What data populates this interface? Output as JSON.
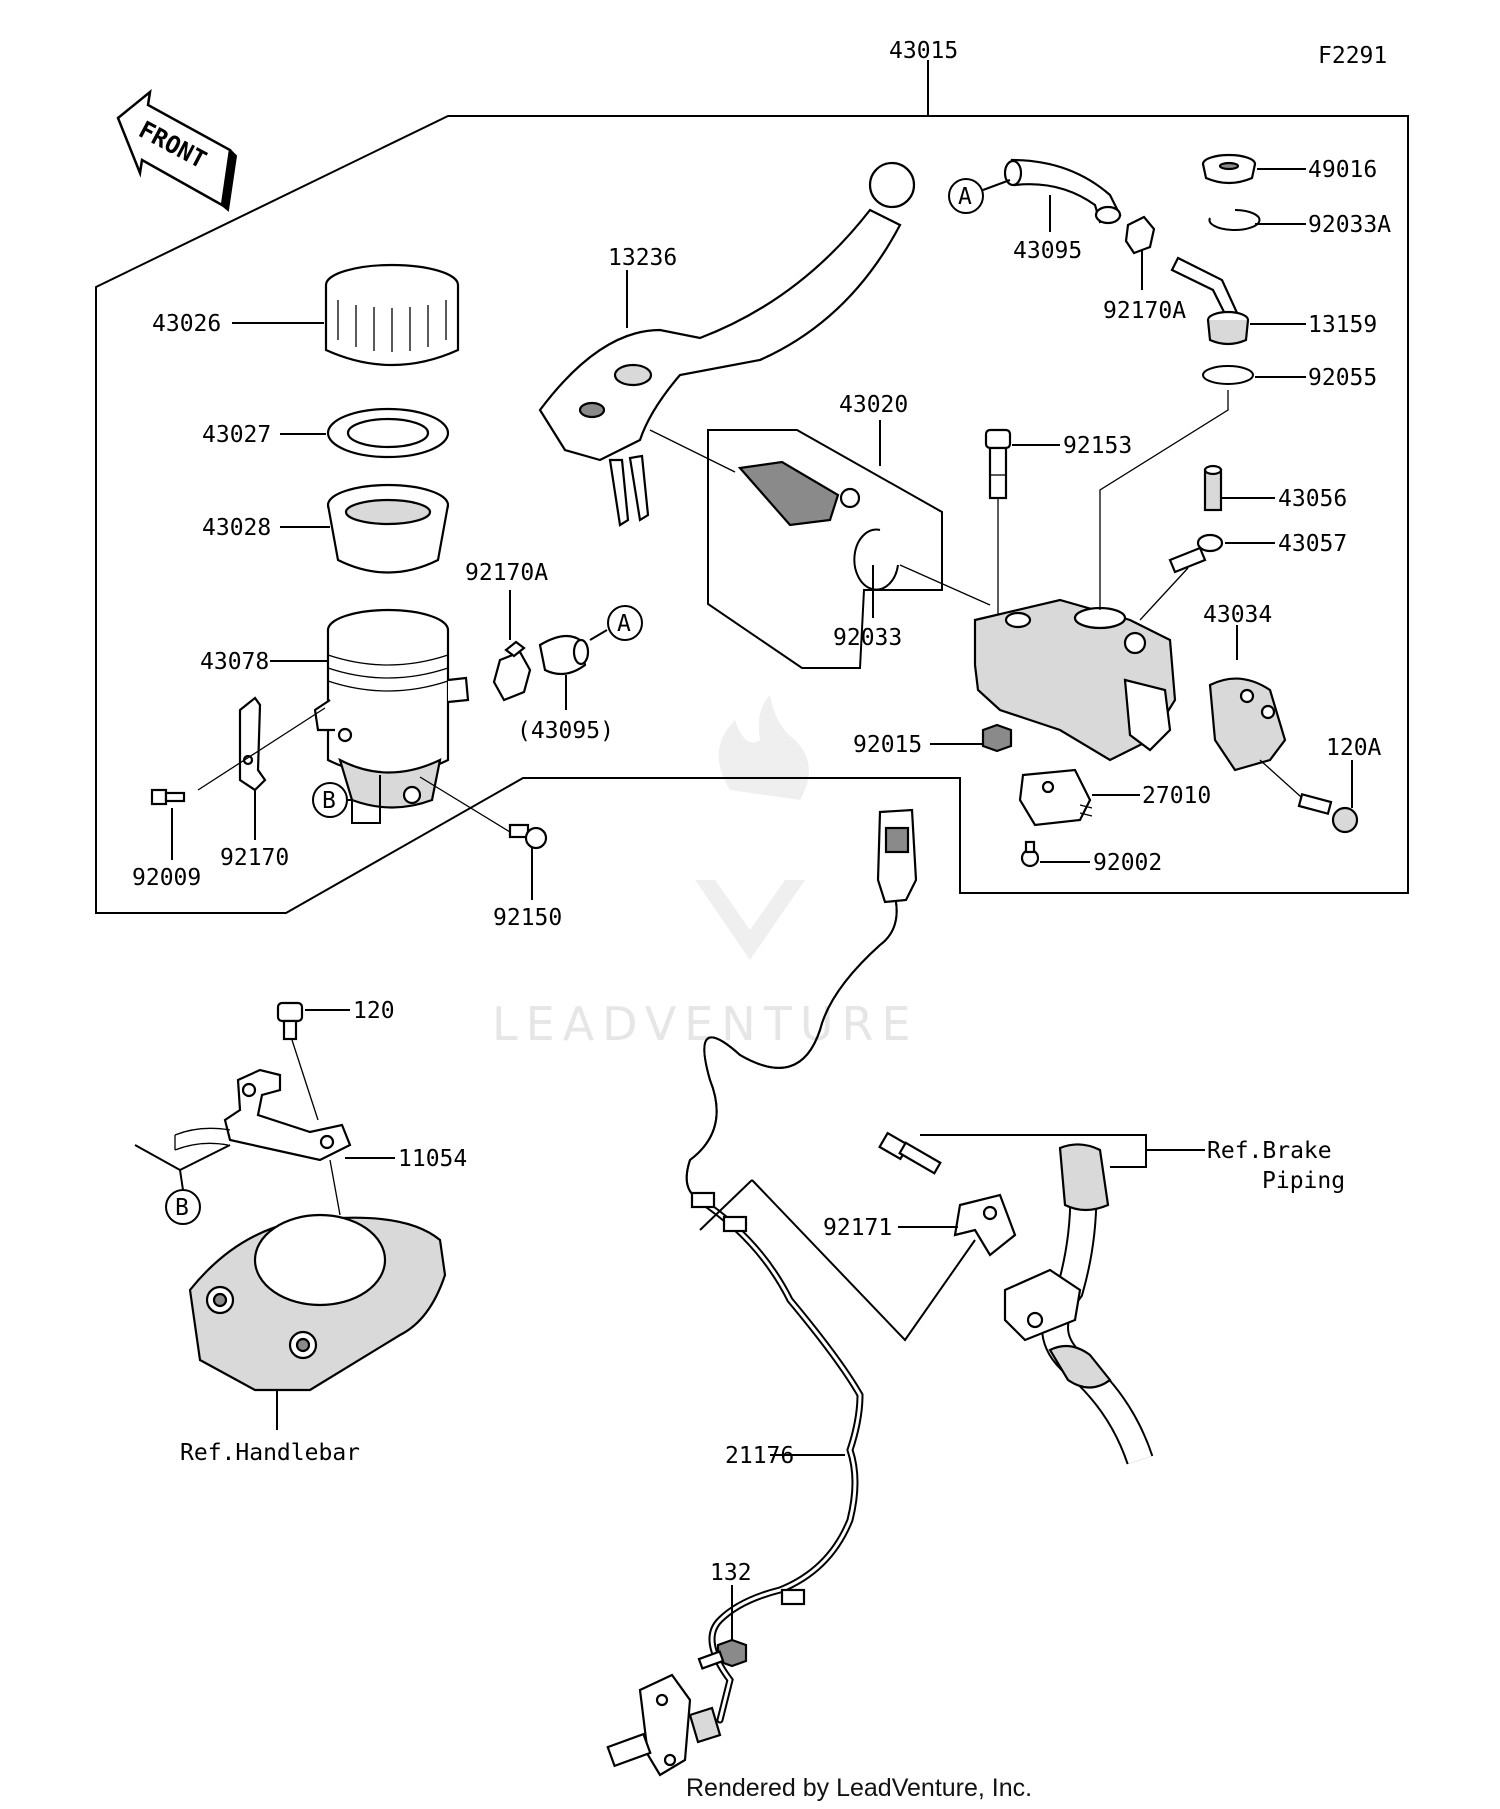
{
  "figure_code": "F2291",
  "front_label": "FRONT",
  "assembly_label": "43015",
  "parts": {
    "p43026": "43026",
    "p43027": "43027",
    "p43028": "43028",
    "p43078": "43078",
    "p92009": "92009",
    "p92170": "92170",
    "p92150": "92150",
    "p92170A_res": "92170A",
    "p43095_paren": "(43095)",
    "p13236": "13236",
    "p43020": "43020",
    "p92033": "92033",
    "p43095": "43095",
    "p92170A_top": "92170A",
    "p49016": "49016",
    "p92033A": "92033A",
    "p13159": "13159",
    "p92055": "92055",
    "p92153": "92153",
    "p43056": "43056",
    "p43057": "43057",
    "p43034": "43034",
    "p120A": "120A",
    "p92015": "92015",
    "p27010": "27010",
    "p92002": "92002",
    "p120": "120",
    "p11054": "11054",
    "p92171": "92171",
    "p21176": "21176",
    "p132": "132"
  },
  "callouts": {
    "A": "A",
    "B": "B"
  },
  "refs": {
    "handlebar": "Ref.Handlebar",
    "brake_line1": "Ref.Brake",
    "brake_line2": "Piping"
  },
  "watermark": "LEADVENTURE",
  "credit": "Rendered by LeadVenture, Inc."
}
